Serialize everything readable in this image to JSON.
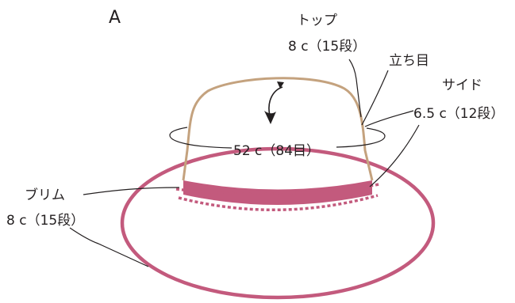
{
  "figure_label": "A",
  "top": {
    "name": "トップ",
    "measure": "8 c（15段）"
  },
  "standing": {
    "name": "立ち目"
  },
  "side": {
    "name": "サイド",
    "measure": "6.5 c（12段）"
  },
  "circumference": {
    "measure": "52 c（84目）"
  },
  "brim": {
    "name": "ブリム",
    "measure": "8 c（15段）"
  },
  "colors": {
    "crown_outline": "#c4a27e",
    "band_fill": "#c35a7d",
    "brim_outline": "#c35a7d",
    "dotted_line": "#c35a7d",
    "text": "#231f20",
    "leader_lines": "#231f20"
  }
}
